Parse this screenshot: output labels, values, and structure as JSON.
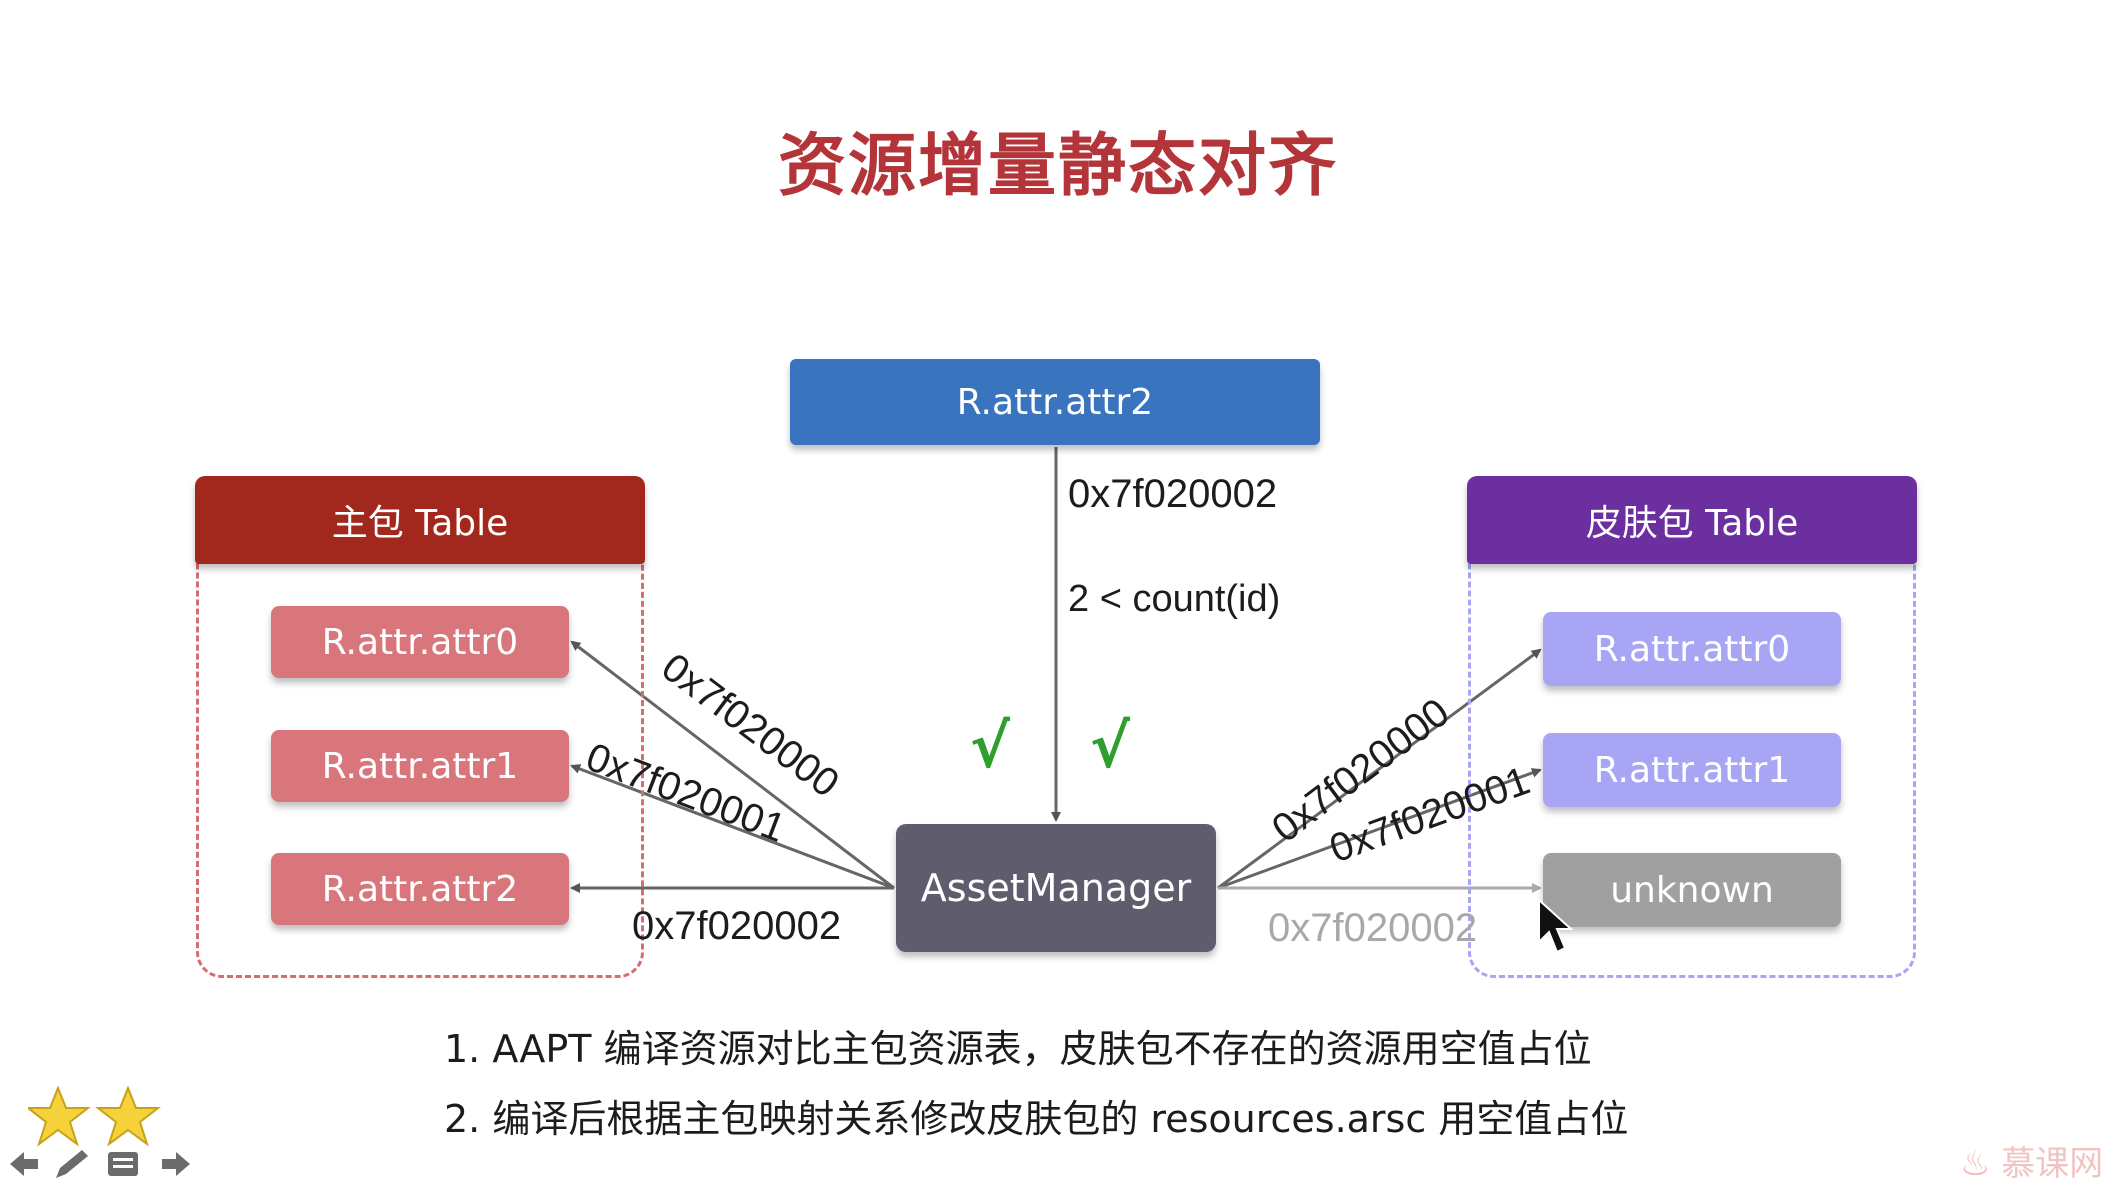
{
  "title": "资源增量静态对齐",
  "top_resource": "R.attr.attr2",
  "top_id": "0x7f020002",
  "condition": "2 < count(id)",
  "center": "AssetManager",
  "checks": [
    "√",
    "√"
  ],
  "main_table": {
    "header": "主包 Table",
    "items": [
      "R.attr.attr0",
      "R.attr.attr1",
      "R.attr.attr2"
    ]
  },
  "skin_table": {
    "header": "皮肤包 Table",
    "items": [
      "R.attr.attr0",
      "R.attr.attr1",
      "unknown"
    ]
  },
  "left_ids": [
    "0x7f020000",
    "0x7f020001",
    "0x7f020002"
  ],
  "right_ids": [
    "0x7f020000",
    "0x7f020001",
    "0x7f020002"
  ],
  "notes": [
    "1. AAPT 编译资源对比主包资源表，皮肤包不存在的资源用空值占位",
    "2. 编译后根据主包映射关系修改皮肤包的 resources.arsc 用空值占位"
  ],
  "watermark": "慕课网",
  "colors": {
    "title": "#b3353a",
    "top_box": "#3a73be",
    "main_header": "#a2281d",
    "skin_header": "#6b2fa0",
    "main_item": "#d9767c",
    "skin_item": "#a8a6f4",
    "unknown_item": "#a0a0a0",
    "center_box": "#5f5c6e",
    "check": "#2e9f2e"
  }
}
